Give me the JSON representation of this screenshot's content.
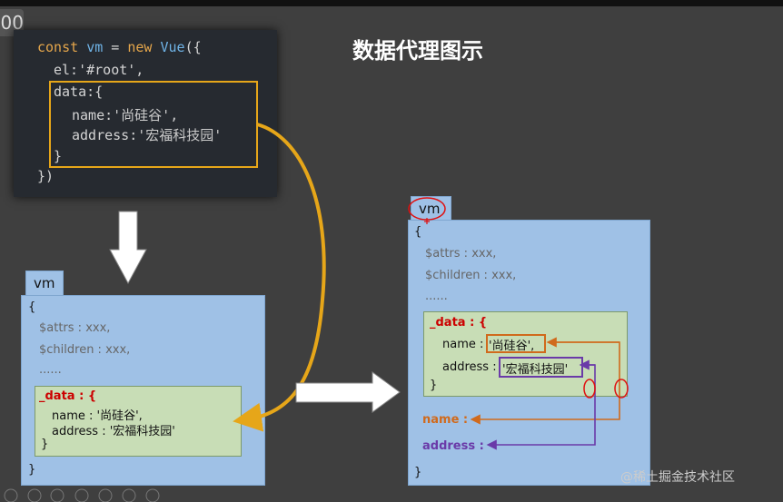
{
  "slide": {
    "number": "00",
    "title": "数据代理图示"
  },
  "code": {
    "line1_kw1": "const ",
    "line1_var": "vm",
    "line1_mid": " = ",
    "line1_kw2": "new ",
    "line1_cls": "Vue",
    "line1_end": "({",
    "line2": "el:'#root',",
    "line3": "data:{",
    "line4_key": "name:",
    "line4_val": "'尚硅谷',",
    "line5_key": "address:",
    "line5_val": "'宏福科技园'",
    "line6": "}",
    "line7": "})"
  },
  "left_vm": {
    "tab": "vm",
    "open": "{",
    "attrs": "$attrs : xxx,",
    "children": "$children : xxx,",
    "dots": "......",
    "data_label": "_data : {",
    "name_row": "name : '尚硅谷',",
    "address_row": "address : '宏福科技园'",
    "inner_close": "}",
    "close": "}"
  },
  "right_vm": {
    "tab": "vm",
    "open": "{",
    "attrs": "$attrs : xxx,",
    "children": "$children : xxx,",
    "dots": "......",
    "data_label": "_data : {",
    "name_key": "name : ",
    "name_val": "'尚硅谷',",
    "address_key": "address : ",
    "address_val": "'宏福科技园'",
    "inner_close": "}",
    "proxy_name": "name :",
    "proxy_address": "address :",
    "close": "}"
  },
  "watermark": "@稀土掘金技术社区",
  "colors": {
    "panel_blue": "#9fc1e6",
    "data_green": "#c8ddb6",
    "arrow_orange": "#e6a619",
    "name_orange": "#d06a1c",
    "address_purple": "#6a3aa8",
    "code_bg": "#262a30"
  }
}
